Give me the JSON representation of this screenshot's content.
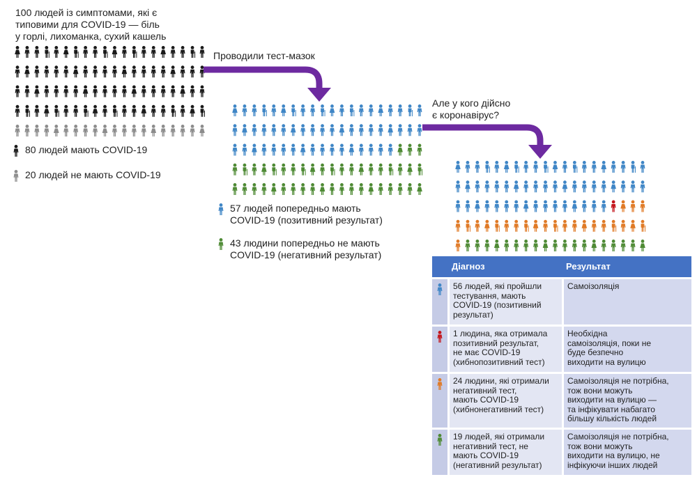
{
  "colors": {
    "black": "#1a1a1a",
    "gray": "#8c8c8c",
    "blue": "#3f86c6",
    "green": "#4e8a34",
    "red": "#c4161c",
    "orange": "#e07a26",
    "purple": "#6d2aa0",
    "table_header": "#4472c4"
  },
  "step1": {
    "caption_lines": [
      "100 людей із симптомами, які є",
      "типовими для COVID-19 — біль",
      "у горлі, лихоманка, сухий кашель"
    ],
    "legend_positive": "80 людей мають COVID-19",
    "legend_negative": "20 людей не мають COVID-19"
  },
  "arrow1_label": "Проводили тест-мазок",
  "step2": {
    "legend_positive_lines": [
      "57 людей попередньо мають",
      "COVID-19 (позитивний результат)"
    ],
    "legend_negative_lines": [
      "43 людини попередньо не мають",
      "COVID-19 (негативний результат)"
    ]
  },
  "arrow2_label_lines": [
    "Але у кого дійсно",
    "є коронавірус?"
  ],
  "table": {
    "headers": {
      "diagnosis": "Діагноз",
      "result": "Результат"
    },
    "rows": [
      {
        "icon": "person-blue-icon",
        "diagnosis_lines": [
          "56 людей, які пройшли",
          "тестування, мають",
          "COVID-19 (позитивний",
          "результат)"
        ],
        "result_lines": [
          "Самоізоляція"
        ]
      },
      {
        "icon": "person-red-icon",
        "diagnosis_lines": [
          "1 людина, яка отримала",
          "позитивний результат,",
          "не має COVID-19",
          "(хибнопозитивний тест)"
        ],
        "result_lines": [
          "Необхідна",
          "самоізоляція, поки не",
          "буде безпечно",
          "виходити на вулицю"
        ]
      },
      {
        "icon": "person-orange-icon",
        "diagnosis_lines": [
          "24 людини, які отримали",
          "негативний тест,",
          "мають COVID-19",
          "(хибнонегативний тест)"
        ],
        "result_lines": [
          "Самоізоляція не потрібна,",
          "тож вони можуть",
          "виходити на вулицю —",
          "та інфікувати набагато",
          "більшу кількість людей"
        ]
      },
      {
        "icon": "person-green-icon",
        "diagnosis_lines": [
          "19 людей, які отримали",
          "негативний тест, не",
          "мають COVID-19",
          "(негативний результат)"
        ],
        "result_lines": [
          "Самоізоляція не потрібна,",
          "тож вони можуть",
          "виходити на вулицю, не",
          "інфікуючи інших людей"
        ]
      }
    ]
  },
  "chart_data": [
    {
      "type": "table",
      "name": "",
      "columns": 20,
      "rows": 5,
      "counts": {
        "black": 80,
        "gray": 20
      }
    },
    {
      "type": "table",
      "name": "",
      "columns": 20,
      "rows": 5,
      "counts": {
        "blue": 57,
        "green": 43
      }
    },
    {
      "type": "table",
      "name": "",
      "columns": 20,
      "rows": 5,
      "counts": {
        "blue": 56,
        "red": 1,
        "orange": 24,
        "green": 19
      }
    }
  ]
}
